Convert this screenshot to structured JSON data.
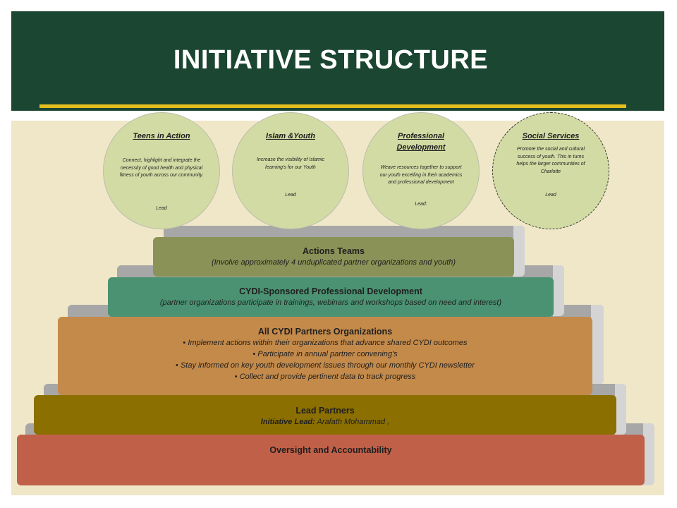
{
  "slide": {
    "title": "INITIATIVE STRUCTURE"
  },
  "circles": [
    {
      "title": "Teens  in Action",
      "description": "Connect, highlight and integrate the necessity of good health and physical fitness of youth across our community.",
      "lead": "Lead"
    },
    {
      "title": "Islam &Youth",
      "description": "Increase the visibility of Islamic learning's for our Youth",
      "lead": "Lead"
    },
    {
      "title": "Professional Development",
      "description": "Weave resources together to support our youth excelling in their academics and professional development",
      "lead": "Lead:"
    },
    {
      "title": "Social Services",
      "description": "Promote the social and cultural success of youth. This in turns helps the larger communities of Charlotte",
      "lead": "Lead"
    }
  ],
  "tiers": {
    "actions": {
      "title": "Actions Teams",
      "subtitle": "(Involve approximately 4 unduplicated partner organizations and youth)",
      "color": "#8a9257"
    },
    "prof_dev": {
      "title": "CYDI-Sponsored Professional Development",
      "subtitle": "(partner organizations participate in trainings, webinars and workshops based on need and interest)",
      "color": "#4a9271"
    },
    "partners": {
      "title": "All CYDI Partners Organizations",
      "bullets": [
        "Implement actions within their organizations that advance shared CYDI outcomes",
        "Participate in annual partner convening's",
        "Stay informed on key youth development issues through our monthly CYDI newsletter",
        "Collect and provide pertinent data to track progress"
      ],
      "color": "#c48a4a"
    },
    "lead_partners": {
      "title": "Lead Partners",
      "lead_label": "Initiative Lead:",
      "lead_name": " Arafath Mohammad ,",
      "color": "#8b6f00"
    },
    "oversight": {
      "title": "Oversight and Accountability",
      "color": "#c06049"
    }
  },
  "colors": {
    "header": "#1b4631",
    "accent": "#e2be1e",
    "background": "#f0e7c8",
    "circle": "#d3dba5"
  }
}
